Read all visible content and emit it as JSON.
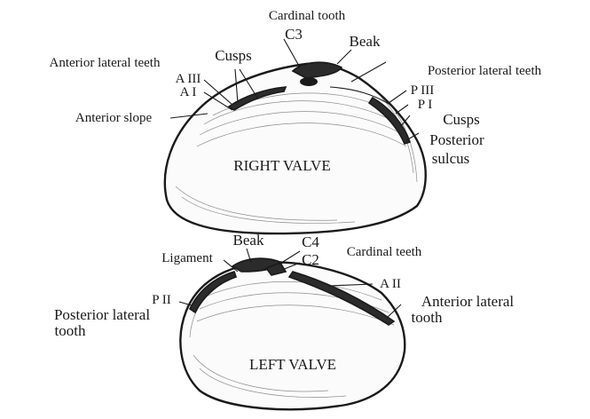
{
  "right_valve": {
    "title": "RIGHT VALVE",
    "labels": {
      "cardinal_tooth": "Cardinal tooth",
      "c3": "C3",
      "beak": "Beak",
      "cusps_top": "Cusps",
      "anterior_lateral_teeth": "Anterior lateral teeth",
      "a3": "A III",
      "a1": "A I",
      "anterior_slope": "Anterior slope",
      "posterior_lateral_teeth": "Posterior lateral teeth",
      "p3": "P III",
      "p1": "P I",
      "cusps_right": "Cusps",
      "posterior_sulcus_1": "Posterior",
      "posterior_sulcus_2": "sulcus"
    }
  },
  "left_valve": {
    "title": "LEFT VALVE",
    "labels": {
      "beak": "Beak",
      "c4": "C4",
      "c2": "C2",
      "cardinal_teeth": "Cardinal teeth",
      "ligament": "Ligament",
      "a2": "A II",
      "p2": "P II",
      "posterior_lateral_tooth_1": "Posterior lateral",
      "posterior_lateral_tooth_2": "tooth",
      "anterior_lateral_tooth_1": "Anterior lateral",
      "anterior_lateral_tooth_2": "tooth"
    }
  }
}
